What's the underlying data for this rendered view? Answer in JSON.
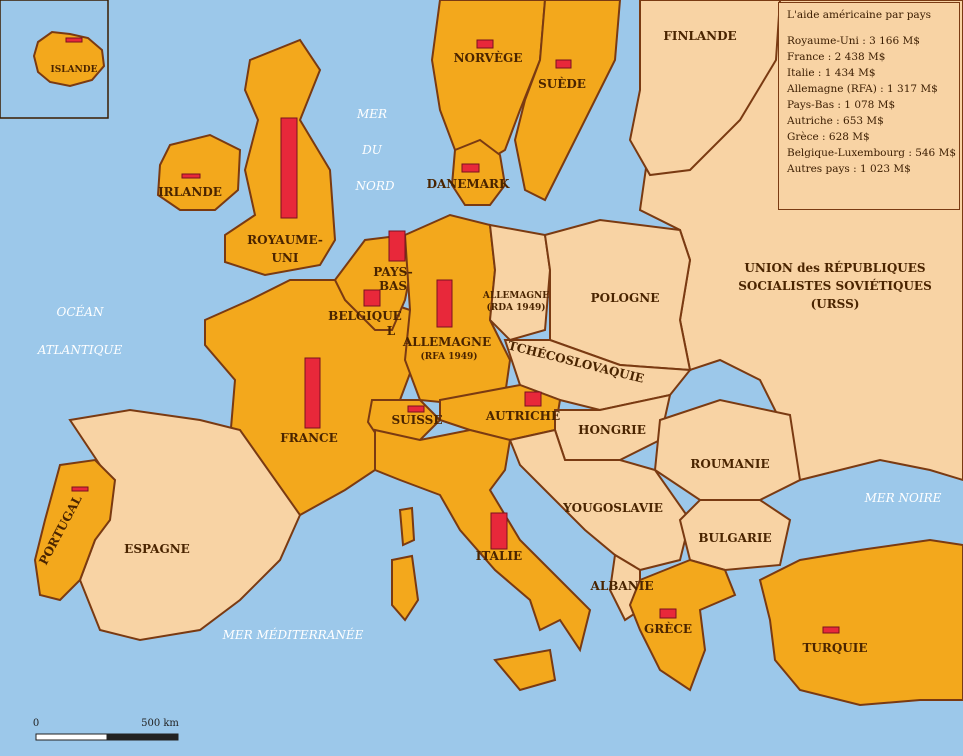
{
  "legend": {
    "title": "L'aide américaine par pays",
    "rows": [
      {
        "country": "Royaume-Uni",
        "amount": 3166,
        "text": "Royaume-Uni : 3 166 M$"
      },
      {
        "country": "France",
        "amount": 2438,
        "text": "France : 2 438 M$"
      },
      {
        "country": "Italie",
        "amount": 1434,
        "text": "Italie : 1 434 M$"
      },
      {
        "country": "Allemagne (RFA)",
        "amount": 1317,
        "text": "Allemagne (RFA) : 1 317 M$"
      },
      {
        "country": "Pays-Bas",
        "amount": 1078,
        "text": "Pays-Bas : 1 078 M$"
      },
      {
        "country": "Autriche",
        "amount": 653,
        "text": "Autriche : 653 M$"
      },
      {
        "country": "Grèce",
        "amount": 628,
        "text": "Grèce : 628 M$"
      },
      {
        "country": "Belgique-Luxembourg",
        "amount": 546,
        "text": "Belgique-Luxembourg : 546 M$"
      },
      {
        "country": "Autres pays",
        "amount": 1023,
        "text": "Autres pays : 1 023 M$"
      }
    ]
  },
  "labels": {
    "islande": "ISLANDE",
    "norvege": "NORVÈGE",
    "suede": "SUÈDE",
    "finlande": "FINLANDE",
    "irlande": "IRLANDE",
    "royaume_uni_1": "ROYAUME-",
    "royaume_uni_2": "UNI",
    "danemark": "DANEMARK",
    "pays_bas_1": "PAYS-",
    "pays_bas_2": "BAS",
    "belgique": "BELGIQUE",
    "luxembourg": "L",
    "allemagne": "ALLEMAGNE",
    "rfa": "(RFA 1949)",
    "rda_1": "ALLEMAGNE",
    "rda_2": "(RDA 1949)",
    "pologne": "POLOGNE",
    "urss_1": "UNION des RÉPUBLIQUES",
    "urss_2": "SOCIALISTES SOVIÉTIQUES",
    "urss_3": "(URSS)",
    "tchecoslovaquie": "TCHÉCOSLOVAQUIE",
    "france": "FRANCE",
    "suisse": "SUISSE",
    "autriche": "AUTRICHE",
    "hongrie": "HONGRIE",
    "roumanie": "ROUMANIE",
    "yougoslavie": "YOUGOSLAVIE",
    "bulgarie": "BULGARIE",
    "albanie": "ALBANIE",
    "grece": "GRÈCE",
    "turquie": "TURQUIE",
    "italie": "ITALIE",
    "espagne": "ESPAGNE",
    "portugal": "PORTUGAL"
  },
  "seas": {
    "mer_du_nord_1": "MER",
    "mer_du_nord_2": "DU",
    "mer_du_nord_3": "NORD",
    "ocean_1": "OCÉAN",
    "ocean_2": "ATLANTIQUE",
    "mer_noire": "MER NOIRE",
    "mediterranee": "MER MÉDITERRANÉE"
  },
  "scale": {
    "zero": "0",
    "length": "500 km"
  },
  "colors": {
    "marshall_aid": "#f3a81c",
    "soviet_bloc": "#f8d3a4",
    "sea": "#9cc8ea",
    "aid_bar": "#e8283a",
    "border": "#7a3a12"
  }
}
